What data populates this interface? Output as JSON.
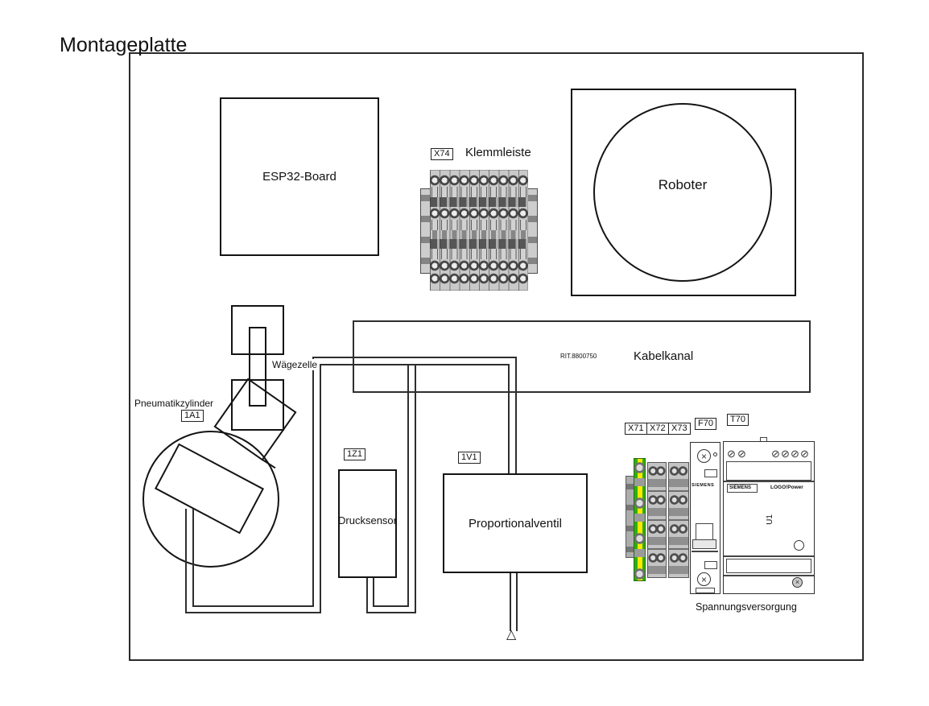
{
  "title": "Montageplatte",
  "esp32": {
    "label": "ESP32-Board"
  },
  "klemmleiste": {
    "ref": "X74",
    "label": "Klemmleiste"
  },
  "roboter": {
    "label": "Roboter"
  },
  "kabelkanal": {
    "part_no": "RIT.8800750",
    "label": "Kabelkanal"
  },
  "waegezelle": {
    "label": "Wägezelle"
  },
  "zylinder": {
    "label": "Pneumatikzylinder",
    "ref": "1A1"
  },
  "drucksensor": {
    "ref": "1Z1",
    "label": "Drucksensor"
  },
  "ventil": {
    "ref": "1V1",
    "label": "Proportionalventil"
  },
  "versorgung": {
    "label": "Spannungsversorgung",
    "terminal_refs": [
      "X71",
      "X72",
      "X73"
    ],
    "breaker_ref": "F70",
    "psu_ref": "T70",
    "breaker_brand": "SIEMENS",
    "psu_brand": "SIEMENS",
    "psu_product": "LOGO!Power",
    "psu_unit": "U1"
  },
  "icons": {
    "cable_end_arrow": "△",
    "screw_slot": "⊘",
    "screw_cross": "×"
  }
}
